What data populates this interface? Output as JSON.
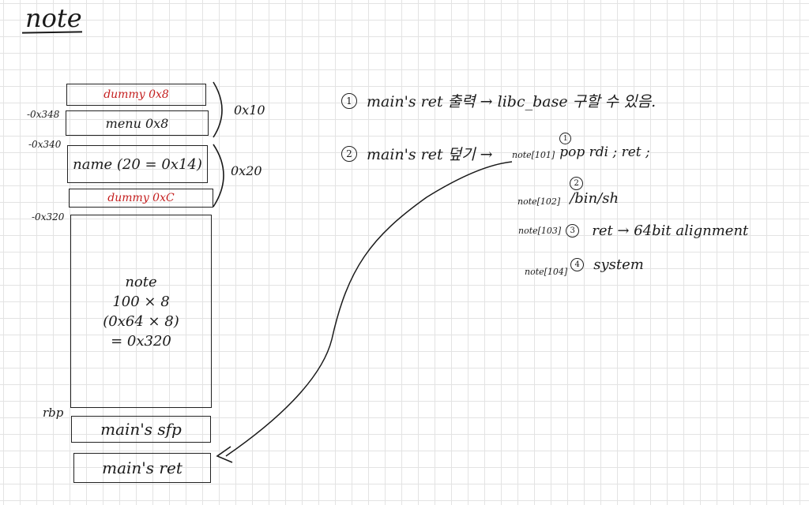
{
  "title": "note",
  "stack": {
    "dummy_top": "dummy  0x8",
    "menu": "menu  0x8",
    "name": "name (20 = 0x14)",
    "dummy_mid": "dummy  0xC",
    "note_lines": [
      "note",
      "100 × 8",
      "(0x64 × 8)",
      "= 0x320"
    ],
    "sfp": "main's  sfp",
    "ret": "main's  ret"
  },
  "offsets": {
    "o348": "-0x348",
    "o340": "-0x340",
    "o320": "-0x320",
    "rbp": "rbp"
  },
  "brackets": {
    "b1": "0x10",
    "b2": "0x20"
  },
  "steps": {
    "s1_num": "1",
    "s1_text": "main's  ret  출력 → libc_base 구할 수 있음.",
    "s2_num": "2",
    "s2_text": "main's  ret  덮기 →",
    "items": [
      {
        "num": "1",
        "idx": "note[101]",
        "text": "pop rdi ; ret ;"
      },
      {
        "num": "2",
        "idx": "note[102]",
        "text": "/bin/sh"
      },
      {
        "num": "3",
        "idx": "note[103]",
        "text": "ret → 64bit alignment"
      },
      {
        "num": "4",
        "idx": "note[104]",
        "text": "system"
      }
    ]
  }
}
